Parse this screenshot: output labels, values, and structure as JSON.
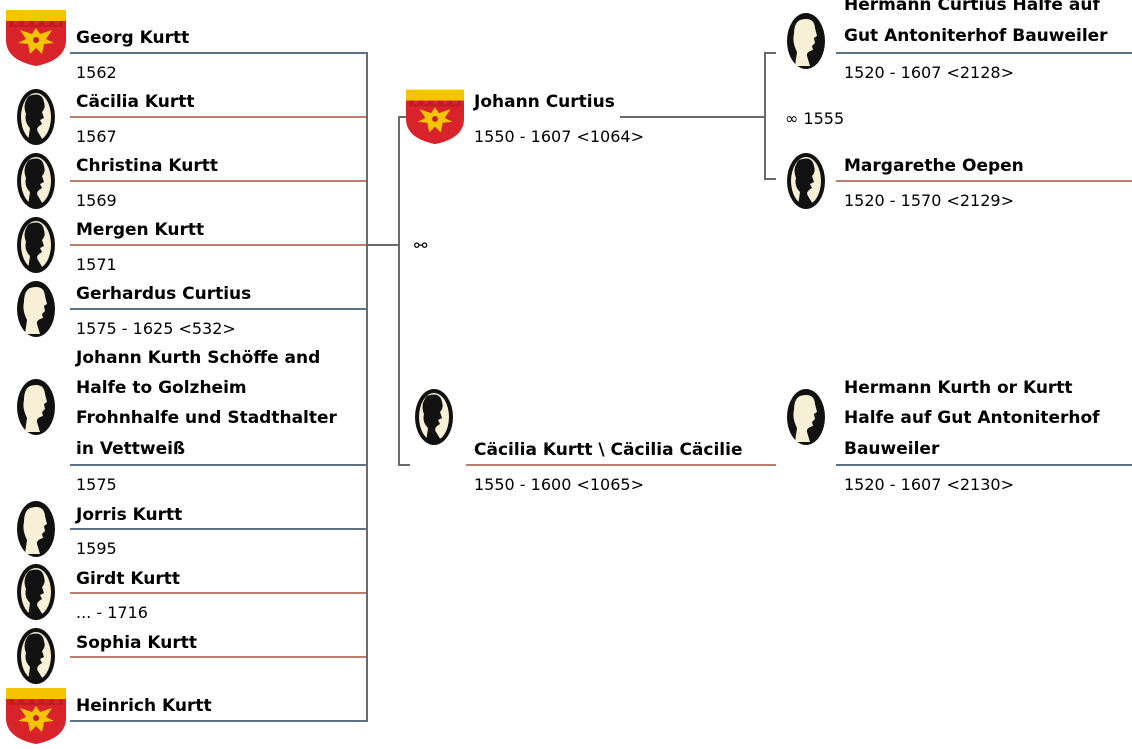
{
  "children": [
    {
      "name": "Georg Kurtt",
      "dates": "1562",
      "icon": "coat-of-arms-icon",
      "sex": "m"
    },
    {
      "name": "Cäcilia Kurtt",
      "dates": "1567",
      "icon": "female-silhouette-icon",
      "sex": "f"
    },
    {
      "name": "Christina Kurtt",
      "dates": "1569",
      "icon": "female-silhouette-icon",
      "sex": "f"
    },
    {
      "name": "Mergen Kurtt",
      "dates": "1571",
      "icon": "female-silhouette-icon",
      "sex": "f"
    },
    {
      "name": "Gerhardus Curtius",
      "dates": "1575 - 1625 <532>",
      "icon": "male-silhouette-icon",
      "sex": "m"
    },
    {
      "name_lines": [
        "Johann Kurth Schöffe and",
        "Halfe to Golzheim",
        "Frohnhalfe und Stadthalter",
        "in Vettweiß"
      ],
      "dates": "1575",
      "icon": "male-silhouette-icon",
      "sex": "m"
    },
    {
      "name": "Jorris Kurtt",
      "dates": "1595",
      "icon": "male-silhouette-icon",
      "sex": "m"
    },
    {
      "name": "Girdt Kurtt",
      "dates": "... - 1716",
      "icon": "female-silhouette-icon",
      "sex": "f"
    },
    {
      "name": "Sophia Kurtt",
      "dates": "",
      "icon": "female-silhouette-icon",
      "sex": "f"
    },
    {
      "name": "Heinrich Kurtt",
      "dates": "",
      "icon": "coat-of-arms-icon",
      "sex": "m"
    }
  ],
  "parents": {
    "father": {
      "name": "Johann Curtius",
      "dates": "1550 - 1607 <1064>",
      "icon": "coat-of-arms-icon"
    },
    "mother": {
      "name": "Cäcilia Kurtt \\ Cäcilia Cäcilie",
      "dates": "1550 - 1600 <1065>",
      "icon": "female-silhouette-icon"
    },
    "marriage_symbol": "⚯"
  },
  "paternal_grandparents": {
    "father": {
      "name_lines": [
        "Hermann Curtius Halfe auf",
        "Gut Antoniterhof Bauweiler"
      ],
      "dates": "1520 - 1607 <2128>",
      "icon": "male-silhouette-icon"
    },
    "mother": {
      "name": "Margarethe Oepen",
      "dates": "1520 - 1570 <2129>",
      "icon": "female-silhouette-icon"
    },
    "marriage": "∞ 1555"
  },
  "maternal_grandparent": {
    "name_lines": [
      "Hermann Kurth or Kurtt",
      "Halfe auf Gut Antoniterhof",
      "Bauweiler"
    ],
    "dates": "1520 - 1607 <2130>",
    "icon": "male-silhouette-icon"
  },
  "colors": {
    "male_line": "#5b7385",
    "female_line": "#b87f6e",
    "connector": "#6a6a6a",
    "shield_red": "#d9232a",
    "shield_yellow": "#f5c400"
  }
}
